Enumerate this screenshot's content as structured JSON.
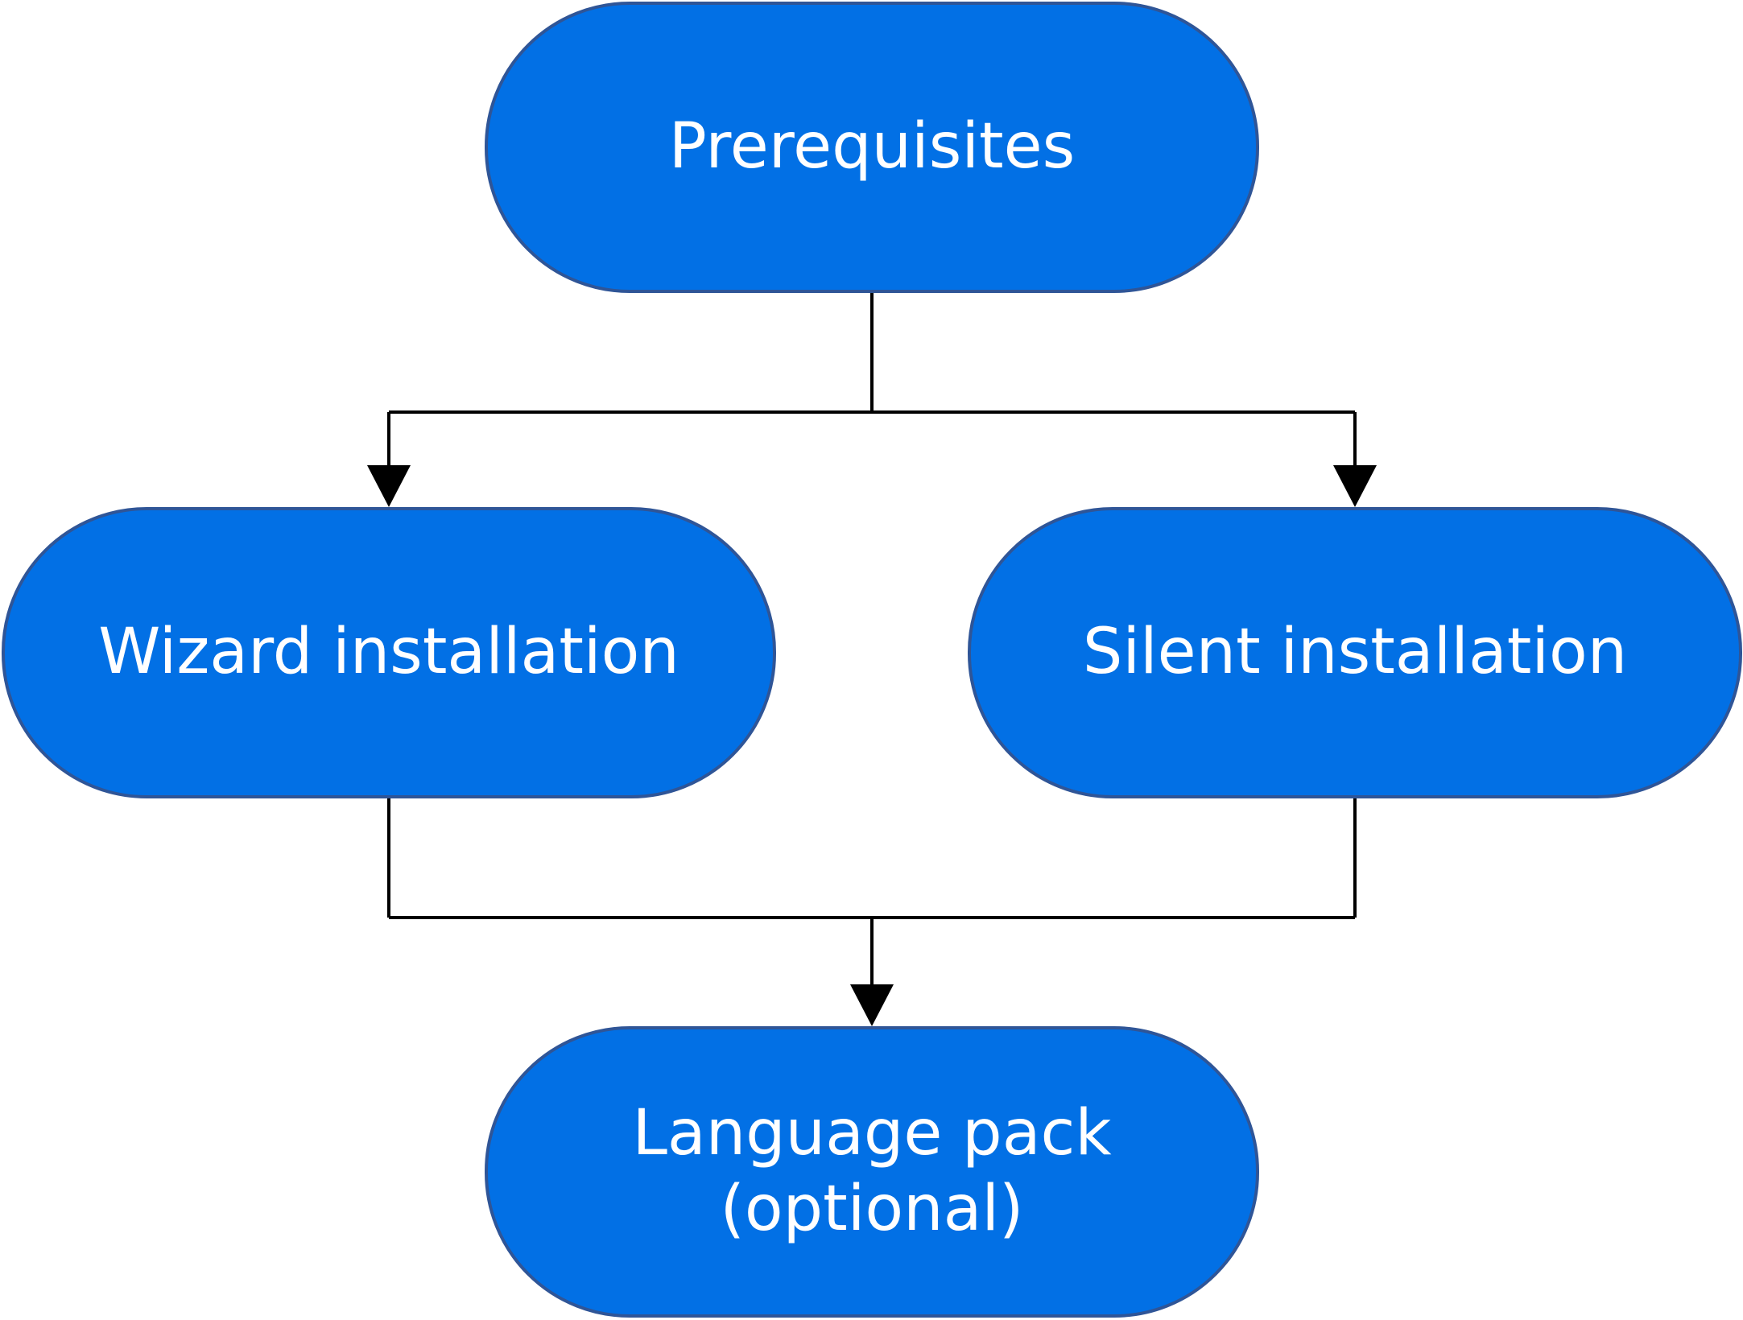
{
  "colors": {
    "node_fill": "#0270e5",
    "node_border": "#2f5597",
    "connector": "#000000"
  },
  "nodes": {
    "prerequisites": "Prerequisites",
    "wizard": "Wizard installation",
    "silent": "Silent installation",
    "language_pack": "Language pack\n(optional)"
  }
}
